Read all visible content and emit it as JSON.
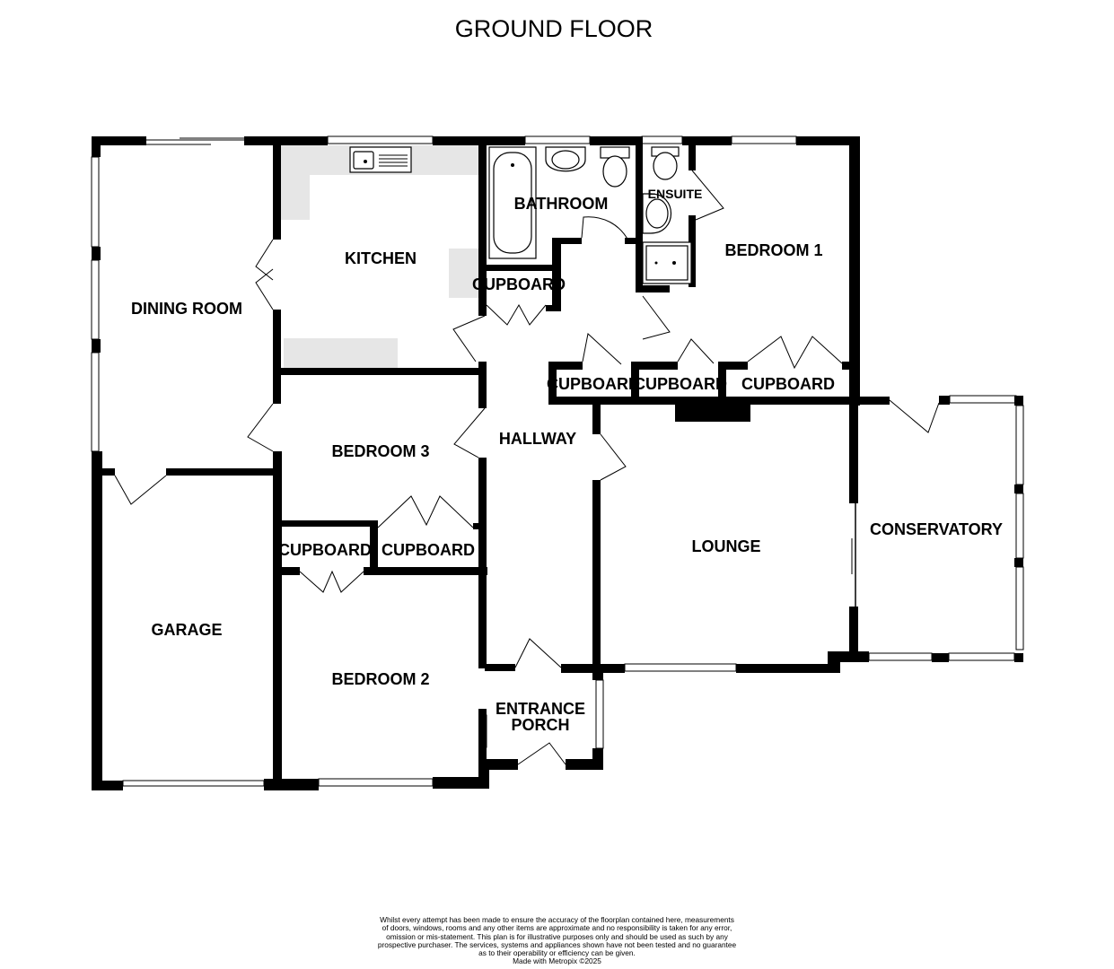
{
  "plan": {
    "title": "GROUND FLOOR",
    "rooms": {
      "dining_room": "DINING ROOM",
      "kitchen": "KITCHEN",
      "bathroom": "BATHROOM",
      "ensuite": "ENSUITE",
      "bedroom_1": "BEDROOM 1",
      "bedroom_2": "BEDROOM 2",
      "bedroom_3": "BEDROOM 3",
      "hallway": "HALLWAY",
      "lounge": "LOUNGE",
      "conservatory": "CONSERVATORY",
      "garage": "GARAGE",
      "entrance_porch_line1": "ENTRANCE",
      "entrance_porch_line2": "PORCH",
      "cupboard_hall_top": "CUPBOARD",
      "cupboard_hall_1": "CUPBOARD",
      "cupboard_hall_2": "CUPBOARD",
      "cupboard_bed1": "CUPBOARD",
      "cupboard_bed2": "CUPBOARD",
      "cupboard_bed3": "CUPBOARD"
    }
  },
  "disclaimer": {
    "line1": "Whilst every attempt has been made to ensure the accuracy of the floorplan contained here, measurements",
    "line2": "of doors, windows, rooms and any other items are approximate and no responsibility is taken for any error,",
    "line3": "omission or mis-statement. This plan is for illustrative purposes only and should be used as such by any",
    "line4": "prospective purchaser. The services, systems and appliances shown have not been tested and no guarantee",
    "line5": "as to their operability or efficiency can be given.",
    "line6": "Made with Metropix ©2025"
  }
}
